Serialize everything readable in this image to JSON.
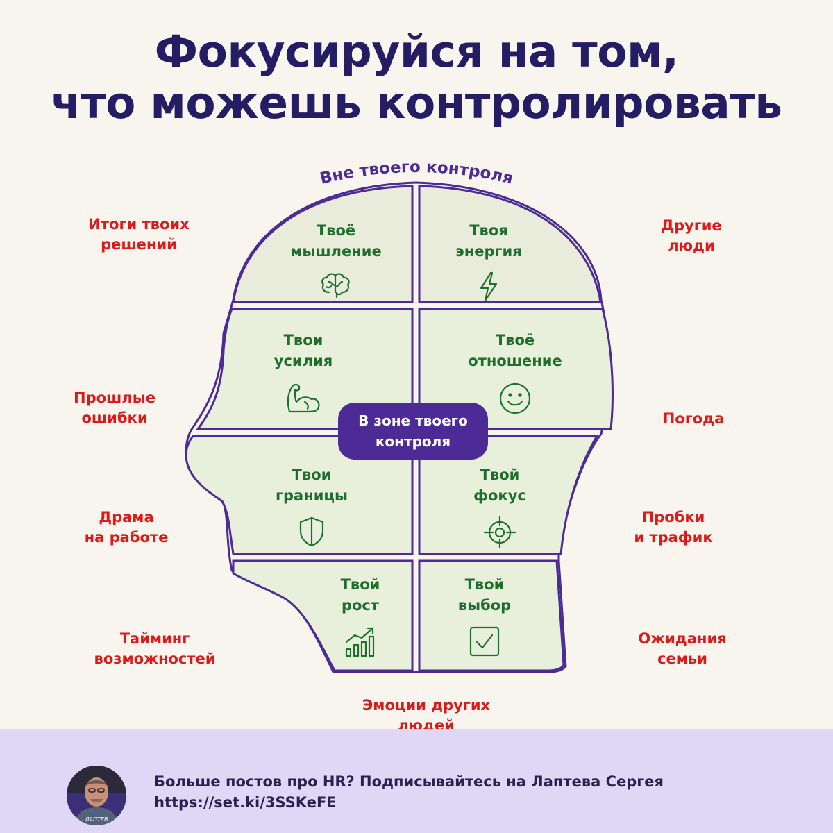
{
  "title": {
    "line1": "Фокусируйся на том,",
    "line2": "что можешь контролировать"
  },
  "outside_label": "Вне твоего контроля",
  "center_label": {
    "line1": "В зоне твоего",
    "line2": "контроля"
  },
  "zones": [
    {
      "line1": "Твоё",
      "line2": "мышление",
      "icon": "brain-icon"
    },
    {
      "line1": "Твоя",
      "line2": "энергия",
      "icon": "lightning-icon"
    },
    {
      "line1": "Твои",
      "line2": "усилия",
      "icon": "flexed-bicep-icon"
    },
    {
      "line1": "Твоё",
      "line2": "отношение",
      "icon": "smiley-icon"
    },
    {
      "line1": "Твои",
      "line2": "границы",
      "icon": "shield-icon"
    },
    {
      "line1": "Твой",
      "line2": "фокус",
      "icon": "target-icon"
    },
    {
      "line1": "Твой",
      "line2": "рост",
      "icon": "growth-chart-icon"
    },
    {
      "line1": "Твой",
      "line2": "выбор",
      "icon": "checkbox-icon"
    }
  ],
  "outside_items": [
    {
      "line1": "Итоги твоих",
      "line2": "решений"
    },
    {
      "line1": "Другие",
      "line2": "люди"
    },
    {
      "line1": "Прошлые",
      "line2": "ошибки"
    },
    {
      "line1": "Погода",
      "line2": ""
    },
    {
      "line1": "Драма",
      "line2": "на работе"
    },
    {
      "line1": "Пробки",
      "line2": "и трафик"
    },
    {
      "line1": "Тайминг",
      "line2": "возможностей"
    },
    {
      "line1": "Ожидания",
      "line2": "семьи"
    },
    {
      "line1": "Эмоции других",
      "line2": "людей"
    }
  ],
  "footer": {
    "line1": "Больше постов про HR? Подписывайтесь на Лаптева Сергея",
    "line2": "https://set.ki/3SSKeFE",
    "avatar_caption": "ЛАПТЕВ"
  },
  "colors": {
    "title": "#241d63",
    "head_outline": "#4c2b96",
    "zone_fill": "#e8f0dc",
    "zone_text": "#1f6e2c",
    "outside_text": "#dd1a1a",
    "footer_bg": "#e0d6f6"
  }
}
